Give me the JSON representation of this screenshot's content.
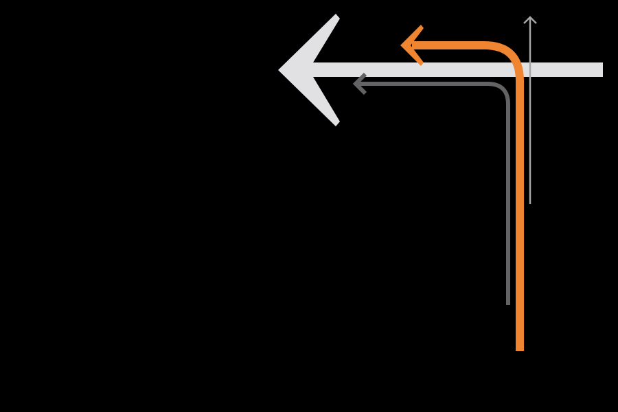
{
  "diagram": {
    "background": "#000000",
    "arrows": [
      {
        "name": "main-through-arrow",
        "direction": "left",
        "color": "#e1e1e3"
      },
      {
        "name": "left-turn-arrow-orange",
        "direction": "up-then-left",
        "color": "#ef8530"
      },
      {
        "name": "left-turn-arrow-gray",
        "direction": "up-then-left",
        "color": "#636366"
      },
      {
        "name": "straight-up-arrow",
        "direction": "up",
        "color": "#a7a7a9"
      }
    ]
  }
}
